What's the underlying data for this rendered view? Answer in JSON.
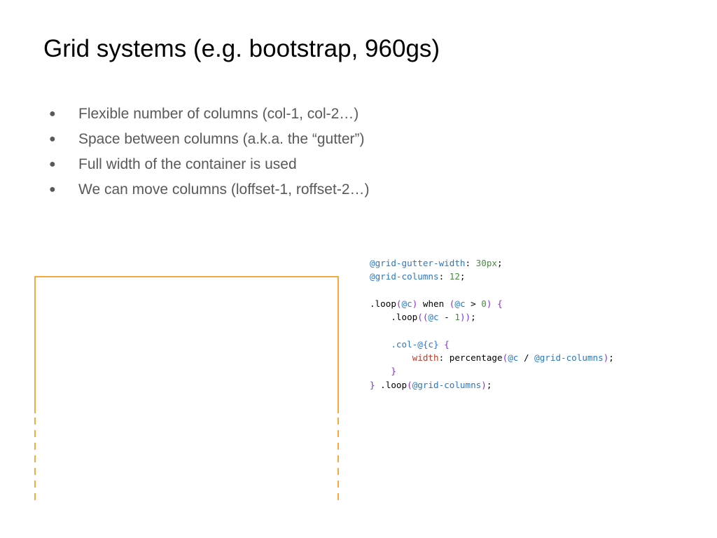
{
  "slide": {
    "title": "Grid systems (e.g. bootstrap, 960gs)"
  },
  "bullets": [
    {
      "marker": "●",
      "text": "Flexible number of columns (col-1, col-2…)"
    },
    {
      "marker": "●",
      "text": "Space between columns (a.k.a. the “gutter”)"
    },
    {
      "marker": "●",
      "text": "Full width of the container is used"
    },
    {
      "marker": "●",
      "text": "We can move columns (loffset-1, roffset-2…)"
    }
  ],
  "colors": {
    "frame": "#f4a941",
    "code_variable": "#2a78c8",
    "code_bracket": "#8a2be2",
    "code_number": "#4a8a44",
    "code_property": "#c0392b",
    "code_text": "#000000",
    "bullet_text": "#595959"
  },
  "code": {
    "lines": [
      [
        {
          "t": "@grid-gutter-width",
          "k": "var"
        },
        {
          "t": ": ",
          "k": "plain"
        },
        {
          "t": "30px",
          "k": "num"
        },
        {
          "t": ";",
          "k": "plain"
        }
      ],
      [
        {
          "t": "@grid-columns",
          "k": "var"
        },
        {
          "t": ": ",
          "k": "plain"
        },
        {
          "t": "12",
          "k": "num"
        },
        {
          "t": ";",
          "k": "plain"
        }
      ],
      [],
      [
        {
          "t": ".loop",
          "k": "plain"
        },
        {
          "t": "(",
          "k": "brk"
        },
        {
          "t": "@c",
          "k": "var"
        },
        {
          "t": ")",
          "k": "brk"
        },
        {
          "t": " when ",
          "k": "plain"
        },
        {
          "t": "(",
          "k": "brk"
        },
        {
          "t": "@c",
          "k": "var"
        },
        {
          "t": " > ",
          "k": "plain"
        },
        {
          "t": "0",
          "k": "num"
        },
        {
          "t": ")",
          "k": "brk"
        },
        {
          "t": " ",
          "k": "plain"
        },
        {
          "t": "{",
          "k": "brk"
        }
      ],
      [
        {
          "t": "    .loop",
          "k": "plain"
        },
        {
          "t": "((",
          "k": "brk"
        },
        {
          "t": "@c",
          "k": "var"
        },
        {
          "t": " - ",
          "k": "plain"
        },
        {
          "t": "1",
          "k": "num"
        },
        {
          "t": "))",
          "k": "brk"
        },
        {
          "t": ";",
          "k": "plain"
        }
      ],
      [],
      [
        {
          "t": "    ",
          "k": "plain"
        },
        {
          "t": ".col-",
          "k": "var"
        },
        {
          "t": "@{c}",
          "k": "var"
        },
        {
          "t": " ",
          "k": "plain"
        },
        {
          "t": "{",
          "k": "brk"
        }
      ],
      [
        {
          "t": "        ",
          "k": "plain"
        },
        {
          "t": "width",
          "k": "prop"
        },
        {
          "t": ": percentage",
          "k": "plain"
        },
        {
          "t": "(",
          "k": "brk"
        },
        {
          "t": "@c",
          "k": "var"
        },
        {
          "t": " / ",
          "k": "plain"
        },
        {
          "t": "@grid-columns",
          "k": "var"
        },
        {
          "t": ")",
          "k": "brk"
        },
        {
          "t": ";",
          "k": "plain"
        }
      ],
      [
        {
          "t": "    ",
          "k": "plain"
        },
        {
          "t": "}",
          "k": "brk"
        }
      ],
      [
        {
          "t": "}",
          "k": "brk"
        },
        {
          "t": " .loop",
          "k": "plain"
        },
        {
          "t": "(",
          "k": "brk"
        },
        {
          "t": "@grid-columns",
          "k": "var"
        },
        {
          "t": ")",
          "k": "brk"
        },
        {
          "t": ";",
          "k": "plain"
        }
      ]
    ]
  }
}
